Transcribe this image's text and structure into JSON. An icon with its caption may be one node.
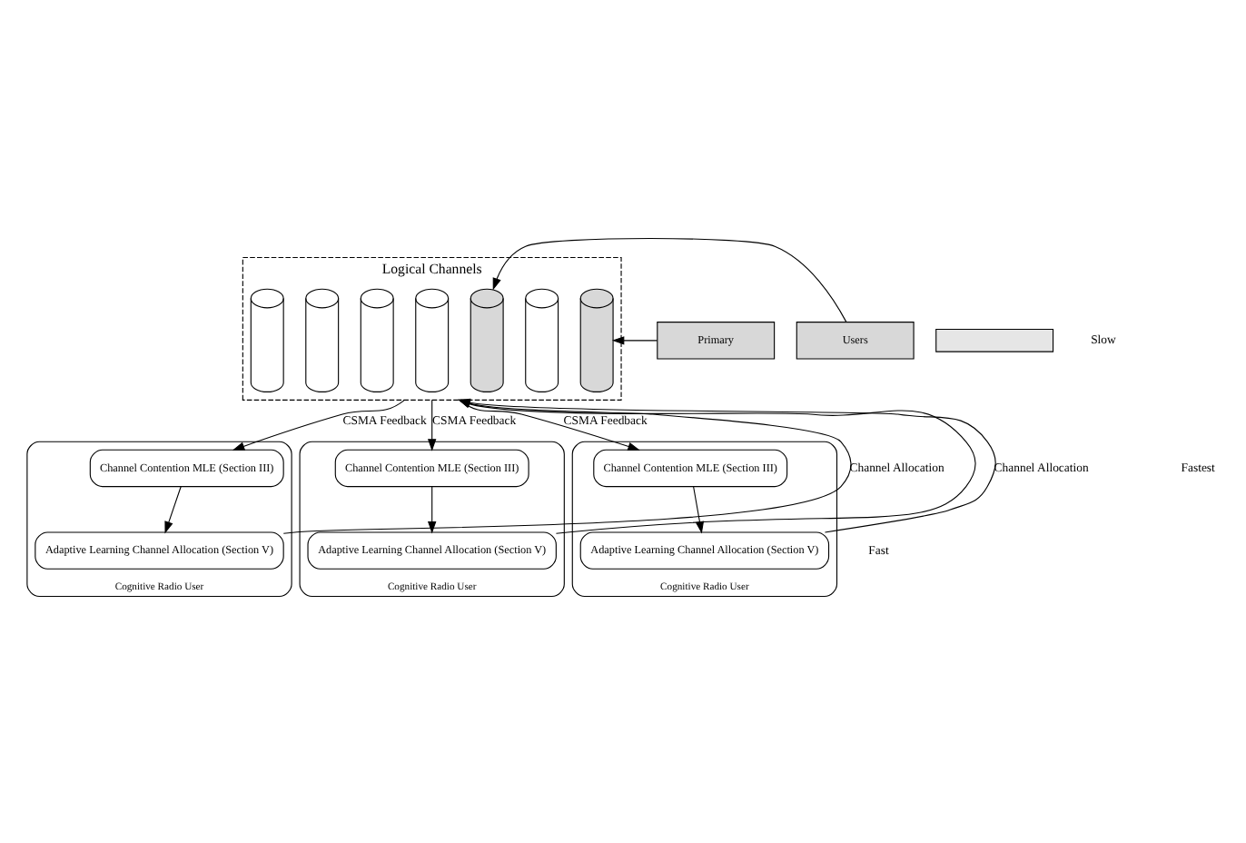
{
  "diagram": {
    "nodes": [
      {
        "text": [
          "Logical Channels"
        ]
      },
      {
        "text": [],
        "shape": "cylinder",
        "in": 0
      },
      {
        "text": [],
        "shape": "cylinder",
        "in": 0
      },
      {
        "text": [],
        "shape": "cylinder",
        "in": 0
      },
      {
        "text": [],
        "shape": "cylinder",
        "in": 0
      },
      {
        "text": [],
        "shape": "cylinder",
        "in": 0
      },
      {
        "text": [],
        "shape": "cylinder",
        "in": 0
      },
      {
        "text": [],
        "shape": "cylinder",
        "in": 0
      },
      {
        "text": [
          "Primary"
        ]
      },
      {
        "text": [
          "Users"
        ]
      },
      {
        "text": [],
        "shape": "box"
      },
      {
        "text": [
          "Cognitive Radio User"
        ]
      },
      {
        "text": [
          "Channel Contention MLE (Section III)"
        ],
        "in": 11
      },
      {
        "text": [
          "Adaptive Learning Channel Allocation (Section V)"
        ],
        "in": 11
      },
      {
        "text": [
          "Cognitive Radio User"
        ]
      },
      {
        "text": [
          "Channel Contention MLE (Section III)"
        ],
        "in": 14
      },
      {
        "text": [
          "Adaptive Learning Channel Allocation (Section V)"
        ],
        "in": 14
      },
      {
        "text": [
          "Cognitive Radio User"
        ]
      },
      {
        "text": [
          "Channel Contention MLE (Section III)"
        ],
        "in": 17
      },
      {
        "text": [
          "Adaptive Learning Channel Allocation (Section V)"
        ],
        "in": 17
      }
    ],
    "edges": [
      {
        "from": 8,
        "to": 1,
        "arrow": "to"
      },
      {
        "from": 9,
        "to": 3,
        "arrow": "to"
      },
      {
        "from": 0,
        "to": 12,
        "arrow": "to",
        "label": "CSMA Feedback"
      },
      {
        "from": 12,
        "to": 13,
        "arrow": "to"
      },
      {
        "from": 13,
        "to": 0,
        "arrow": "to",
        "label": "Channel Allocation"
      },
      {
        "from": 16,
        "to": 0,
        "arrow": "to"
      },
      {
        "from": 0,
        "to": 15,
        "arrow": "to",
        "label": "CSMA Feedback"
      },
      {
        "from": 15,
        "to": 16,
        "arrow": "to"
      },
      {
        "from": 19,
        "to": 0,
        "arrow": "to",
        "label": "Channel Allocation"
      },
      {
        "from": 0,
        "to": 18,
        "arrow": "to",
        "label": "CSMA Feedback"
      },
      {
        "from": 18,
        "to": 19,
        "arrow": "to"
      }
    ],
    "labels": [
      "Slow",
      "Fastest",
      "Fast"
    ]
  }
}
